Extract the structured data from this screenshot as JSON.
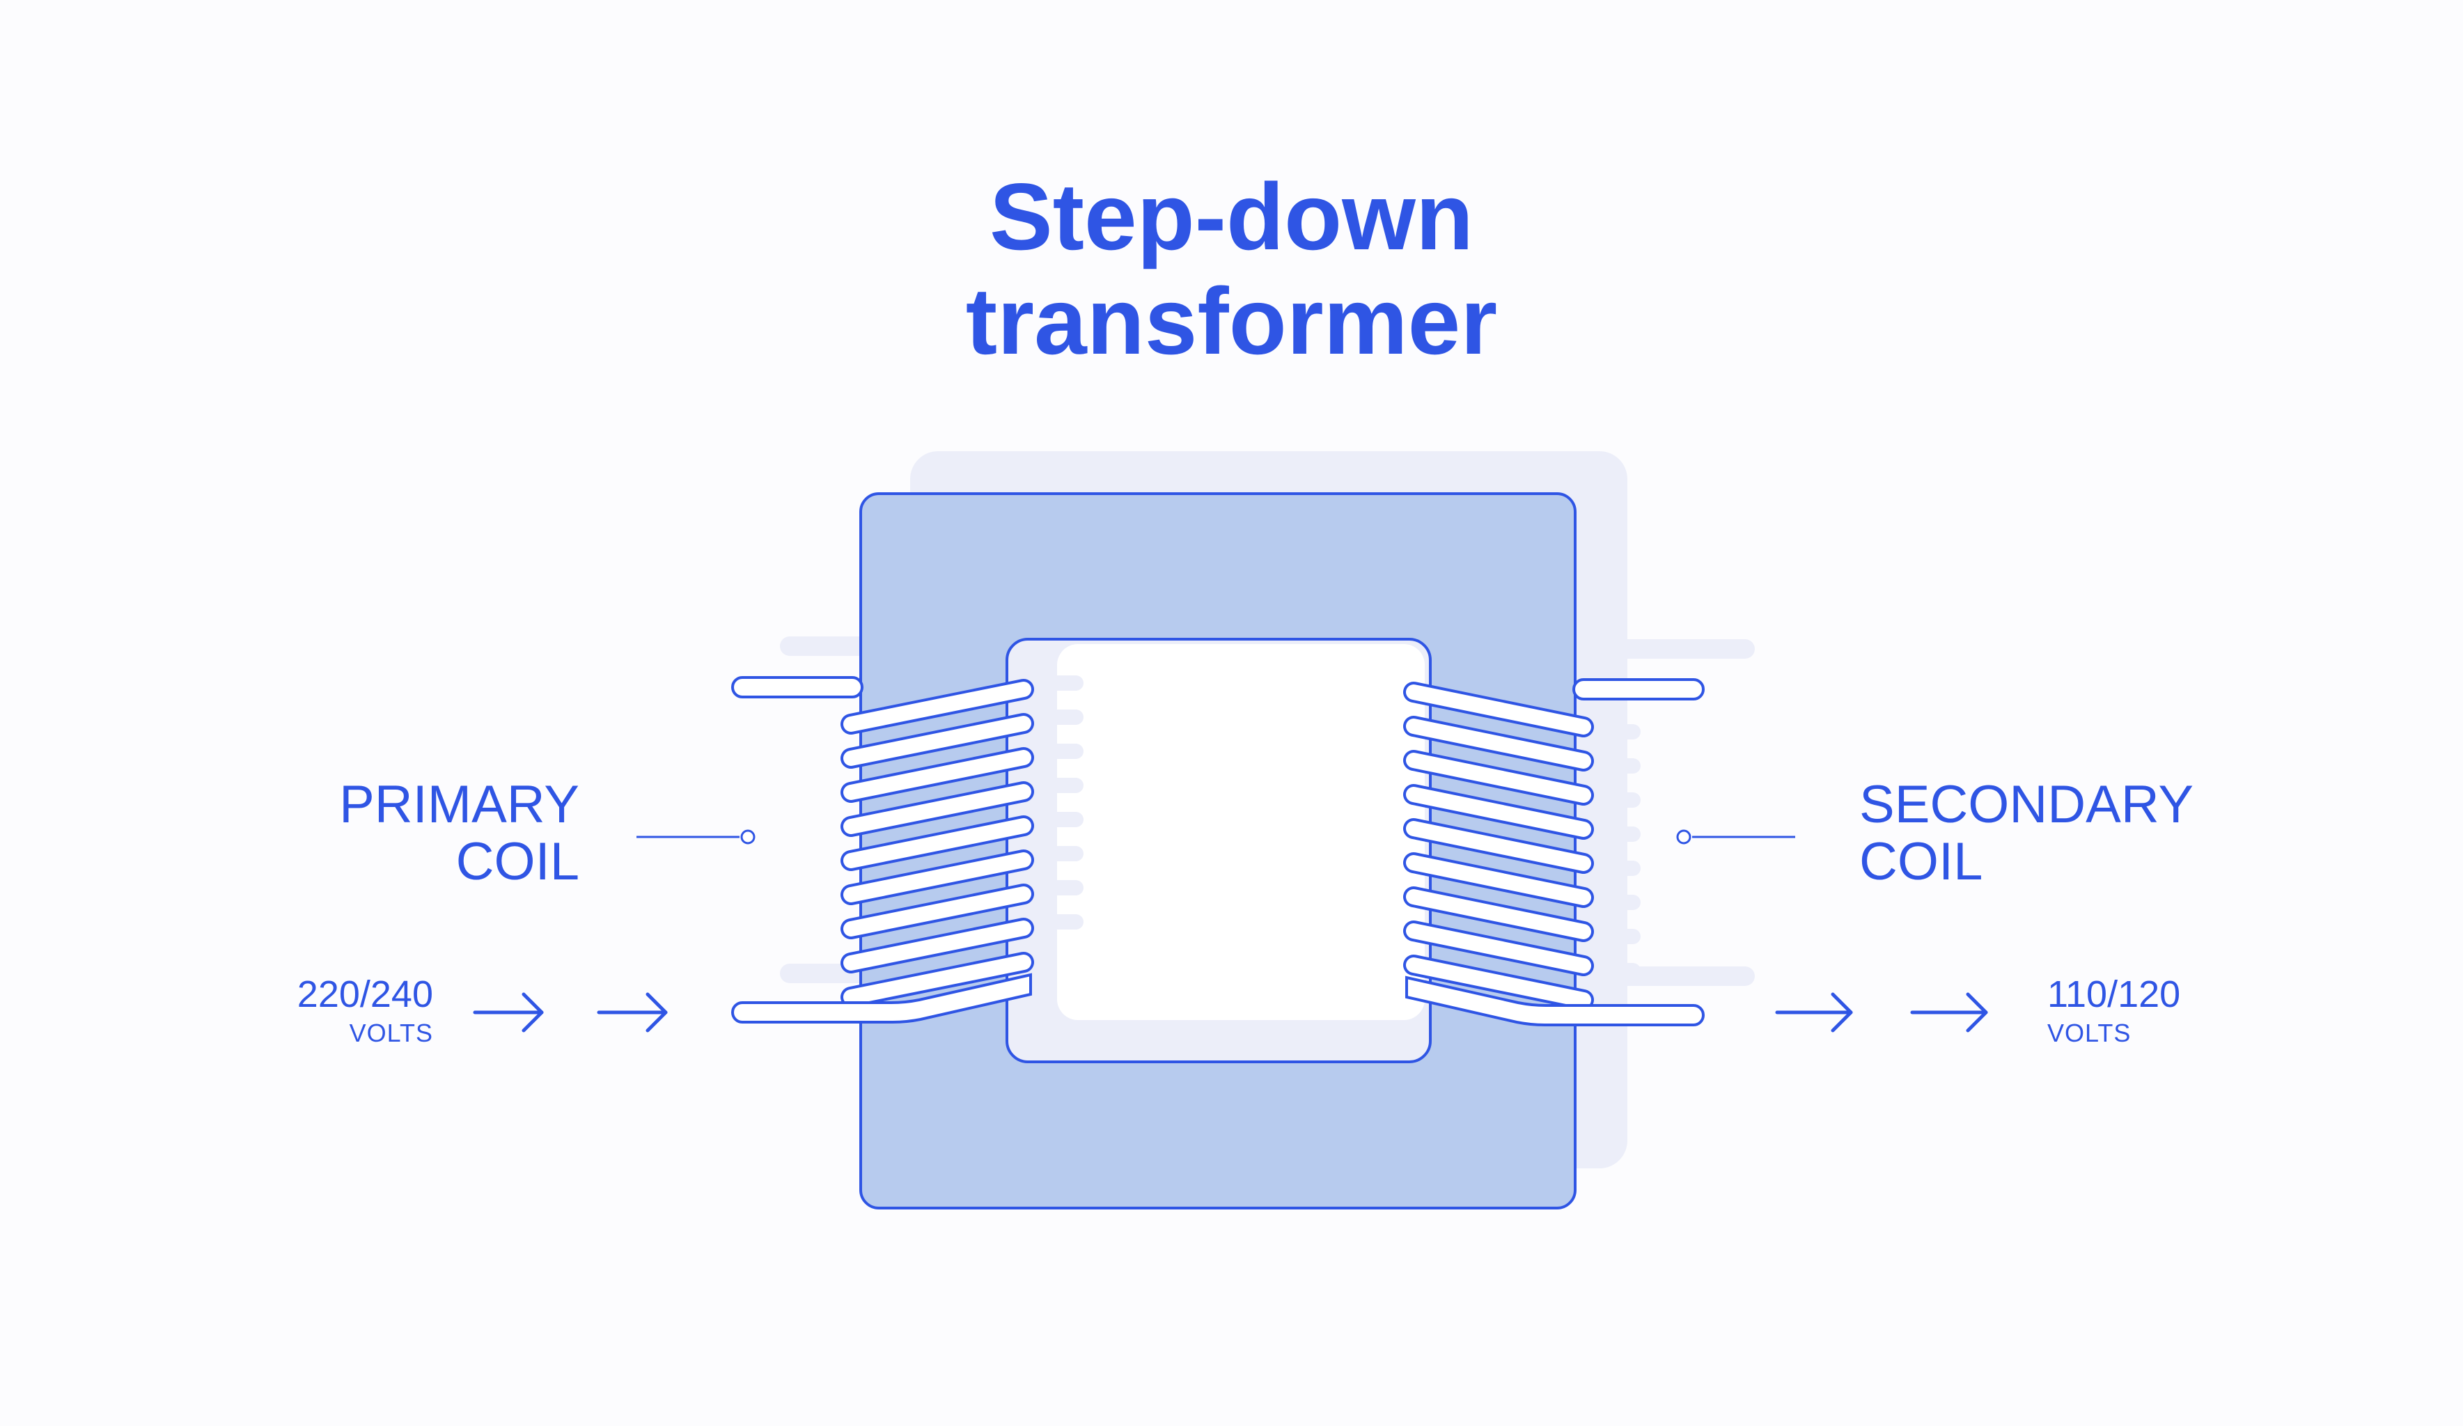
{
  "title": {
    "line1": "Step-down",
    "line2": "transformer"
  },
  "primary_coil": {
    "line1": "PRIMARY",
    "line2": "COIL"
  },
  "secondary_coil": {
    "line1": "SECONDARY",
    "line2": "COIL"
  },
  "input_voltage": {
    "value": "220/240",
    "unit": "VOLTS"
  },
  "output_voltage": {
    "value": "110/120",
    "unit": "VOLTS"
  },
  "colors": {
    "accent": "#2f55e4",
    "core_fill": "#b7cbee",
    "core_shadow": "#eceef9",
    "wire_fill": "#ffffff",
    "background": "#fcfcfe"
  },
  "coil_turns": {
    "primary": 9,
    "secondary": 9
  }
}
